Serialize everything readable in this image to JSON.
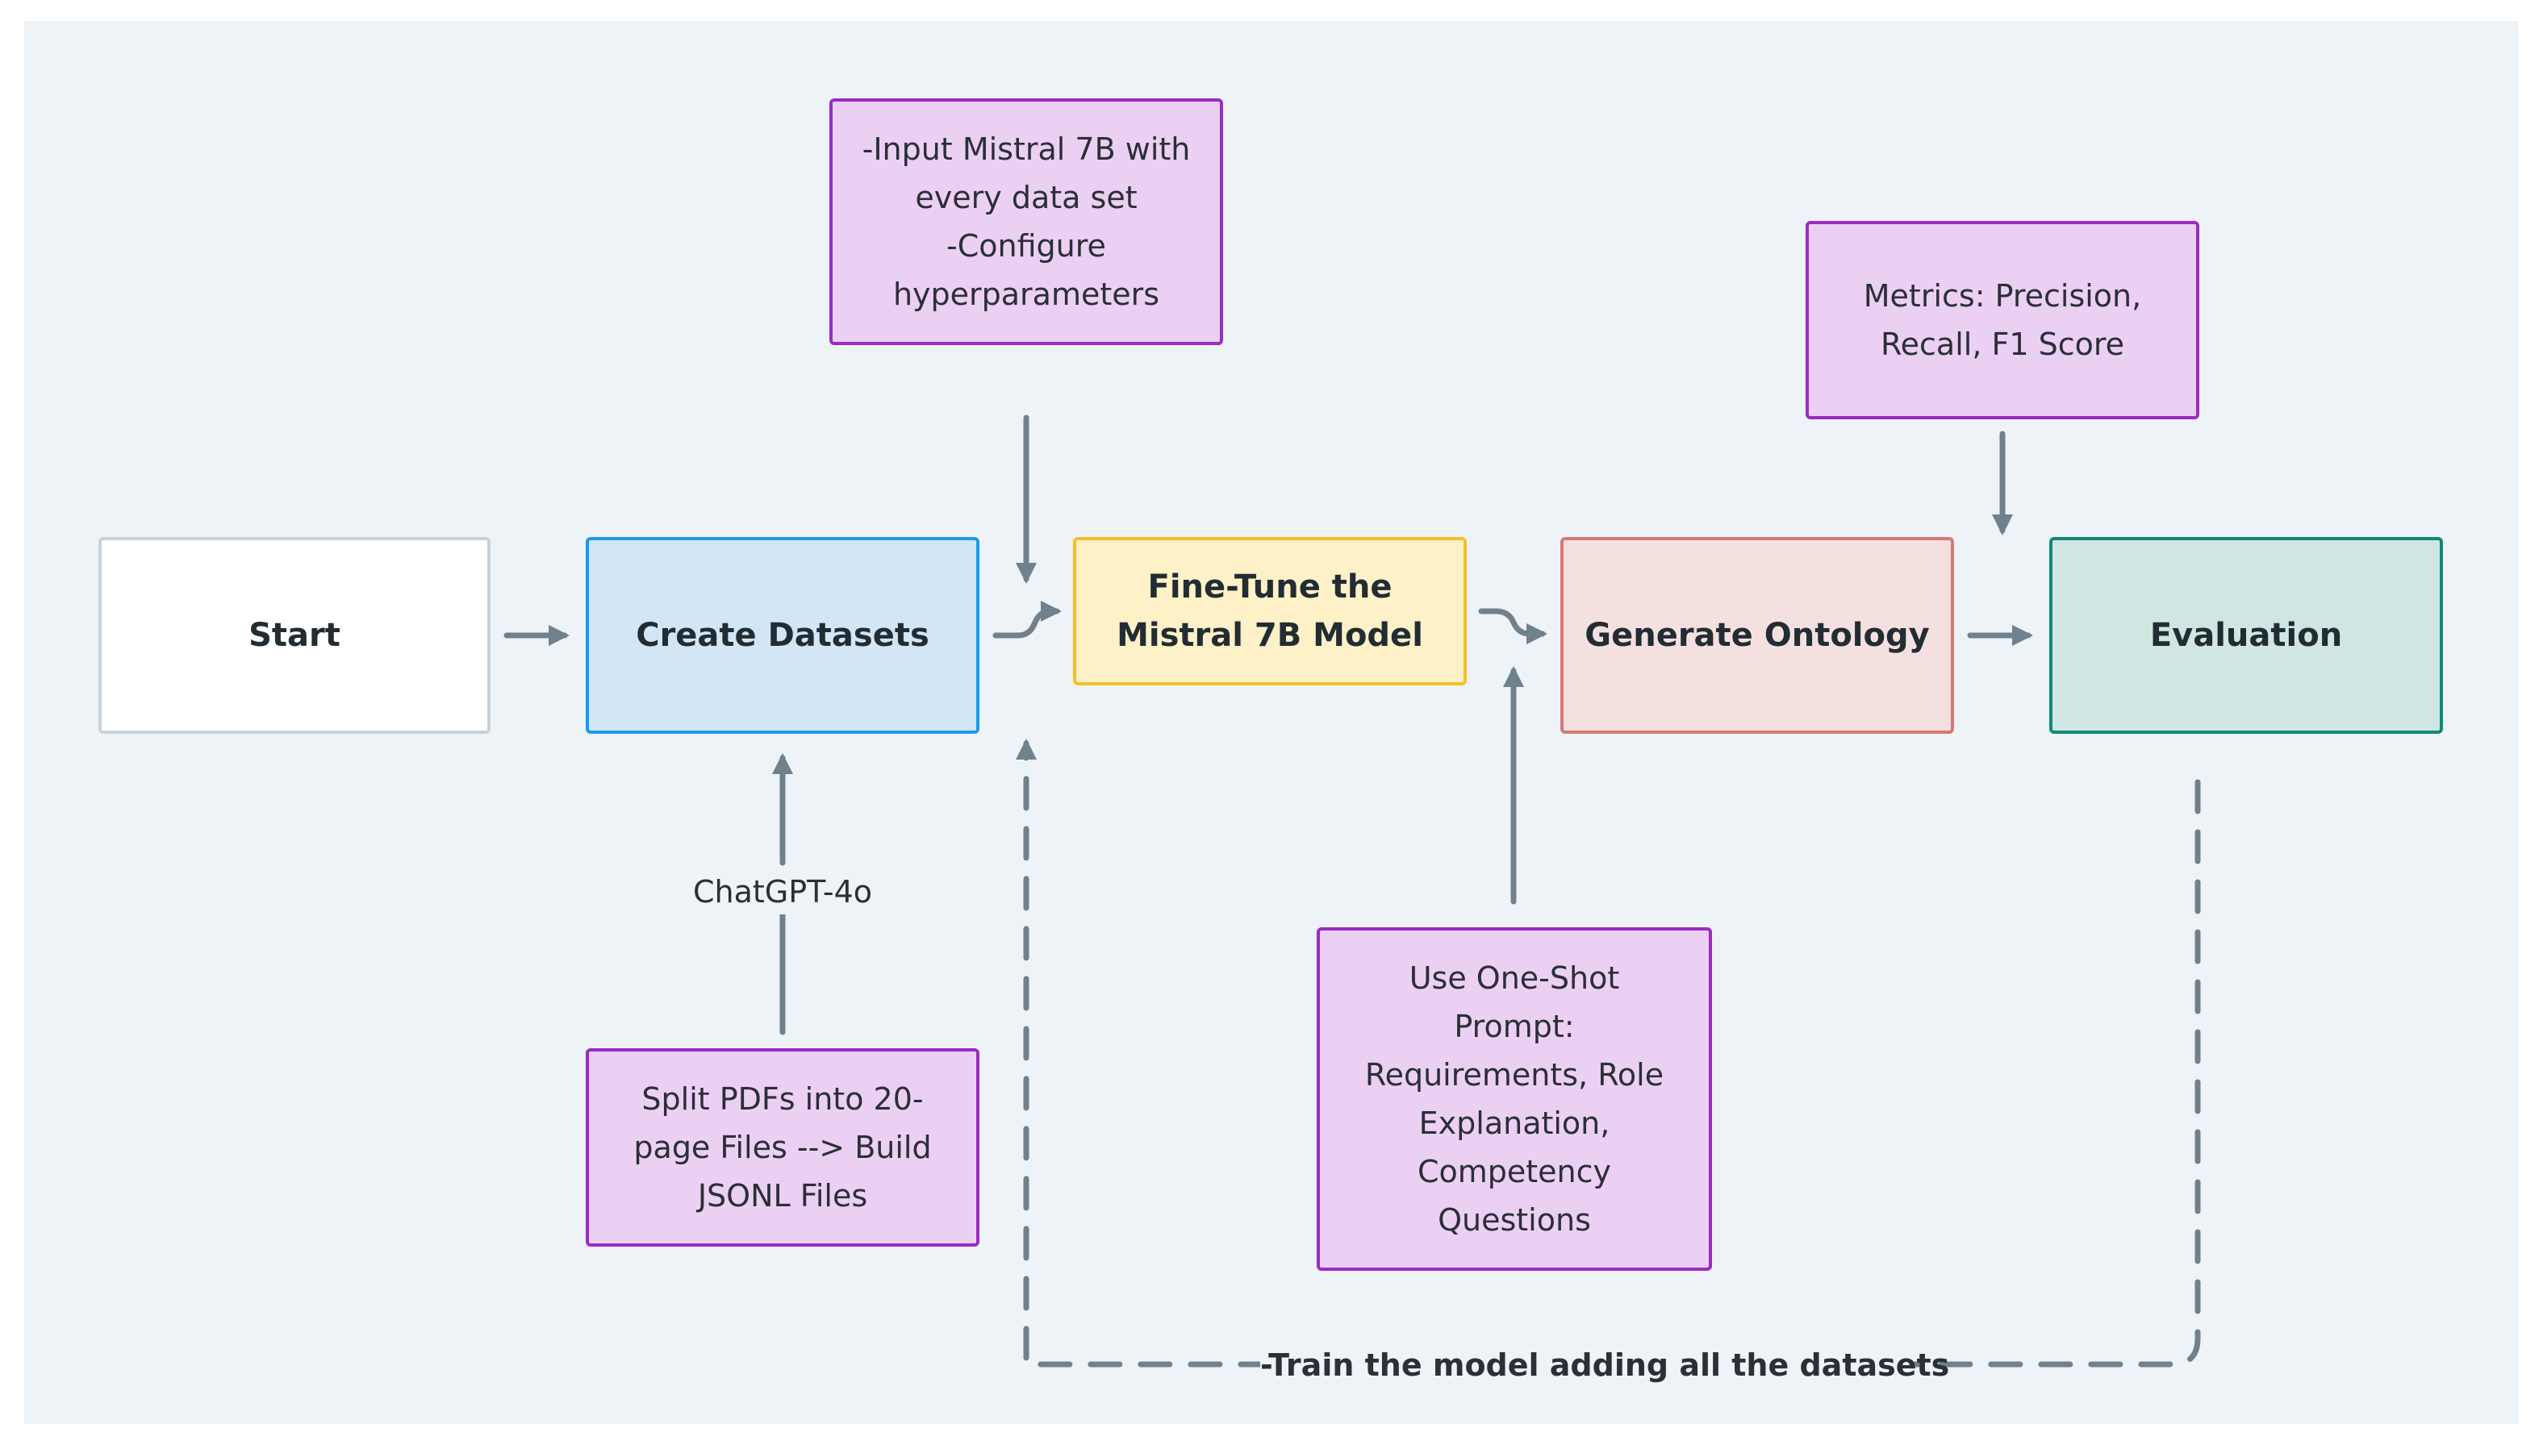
{
  "nodes": {
    "start": "Start",
    "create_datasets": "Create Datasets",
    "fine_tune": "Fine-Tune the\nMistral 7B Model",
    "generate_ontology": "Generate Ontology",
    "evaluation": "Evaluation"
  },
  "notes": {
    "input_mistral": "-Input Mistral 7B with\nevery data set\n-Configure\nhyperparameters",
    "metrics": "Metrics: Precision,\nRecall, F1 Score",
    "split_pdfs": "Split PDFs into 20-\npage Files --> Build\nJSONL Files",
    "one_shot": "Use One-Shot\nPrompt:\nRequirements, Role\nExplanation,\nCompetency\nQuestions"
  },
  "edge_labels": {
    "chatgpt": "ChatGPT-4o",
    "train_loop": "-Train the model adding all the datasets"
  },
  "colors": {
    "canvas_bg": "#eef3f7",
    "connector": "#6f818d",
    "start_border": "#c9d1d6",
    "datasets_fill": "#d3e6f5",
    "datasets_border": "#1b9ae8",
    "finetune_fill": "#fff1c7",
    "finetune_border": "#f3c02c",
    "ontology_fill": "#f5e0e0",
    "ontology_border": "#d47a73",
    "evaluation_fill": "#cfe6e2",
    "evaluation_border": "#0e8a78",
    "note_fill": "#ebd0f4",
    "note_border": "#9c2ac4"
  }
}
